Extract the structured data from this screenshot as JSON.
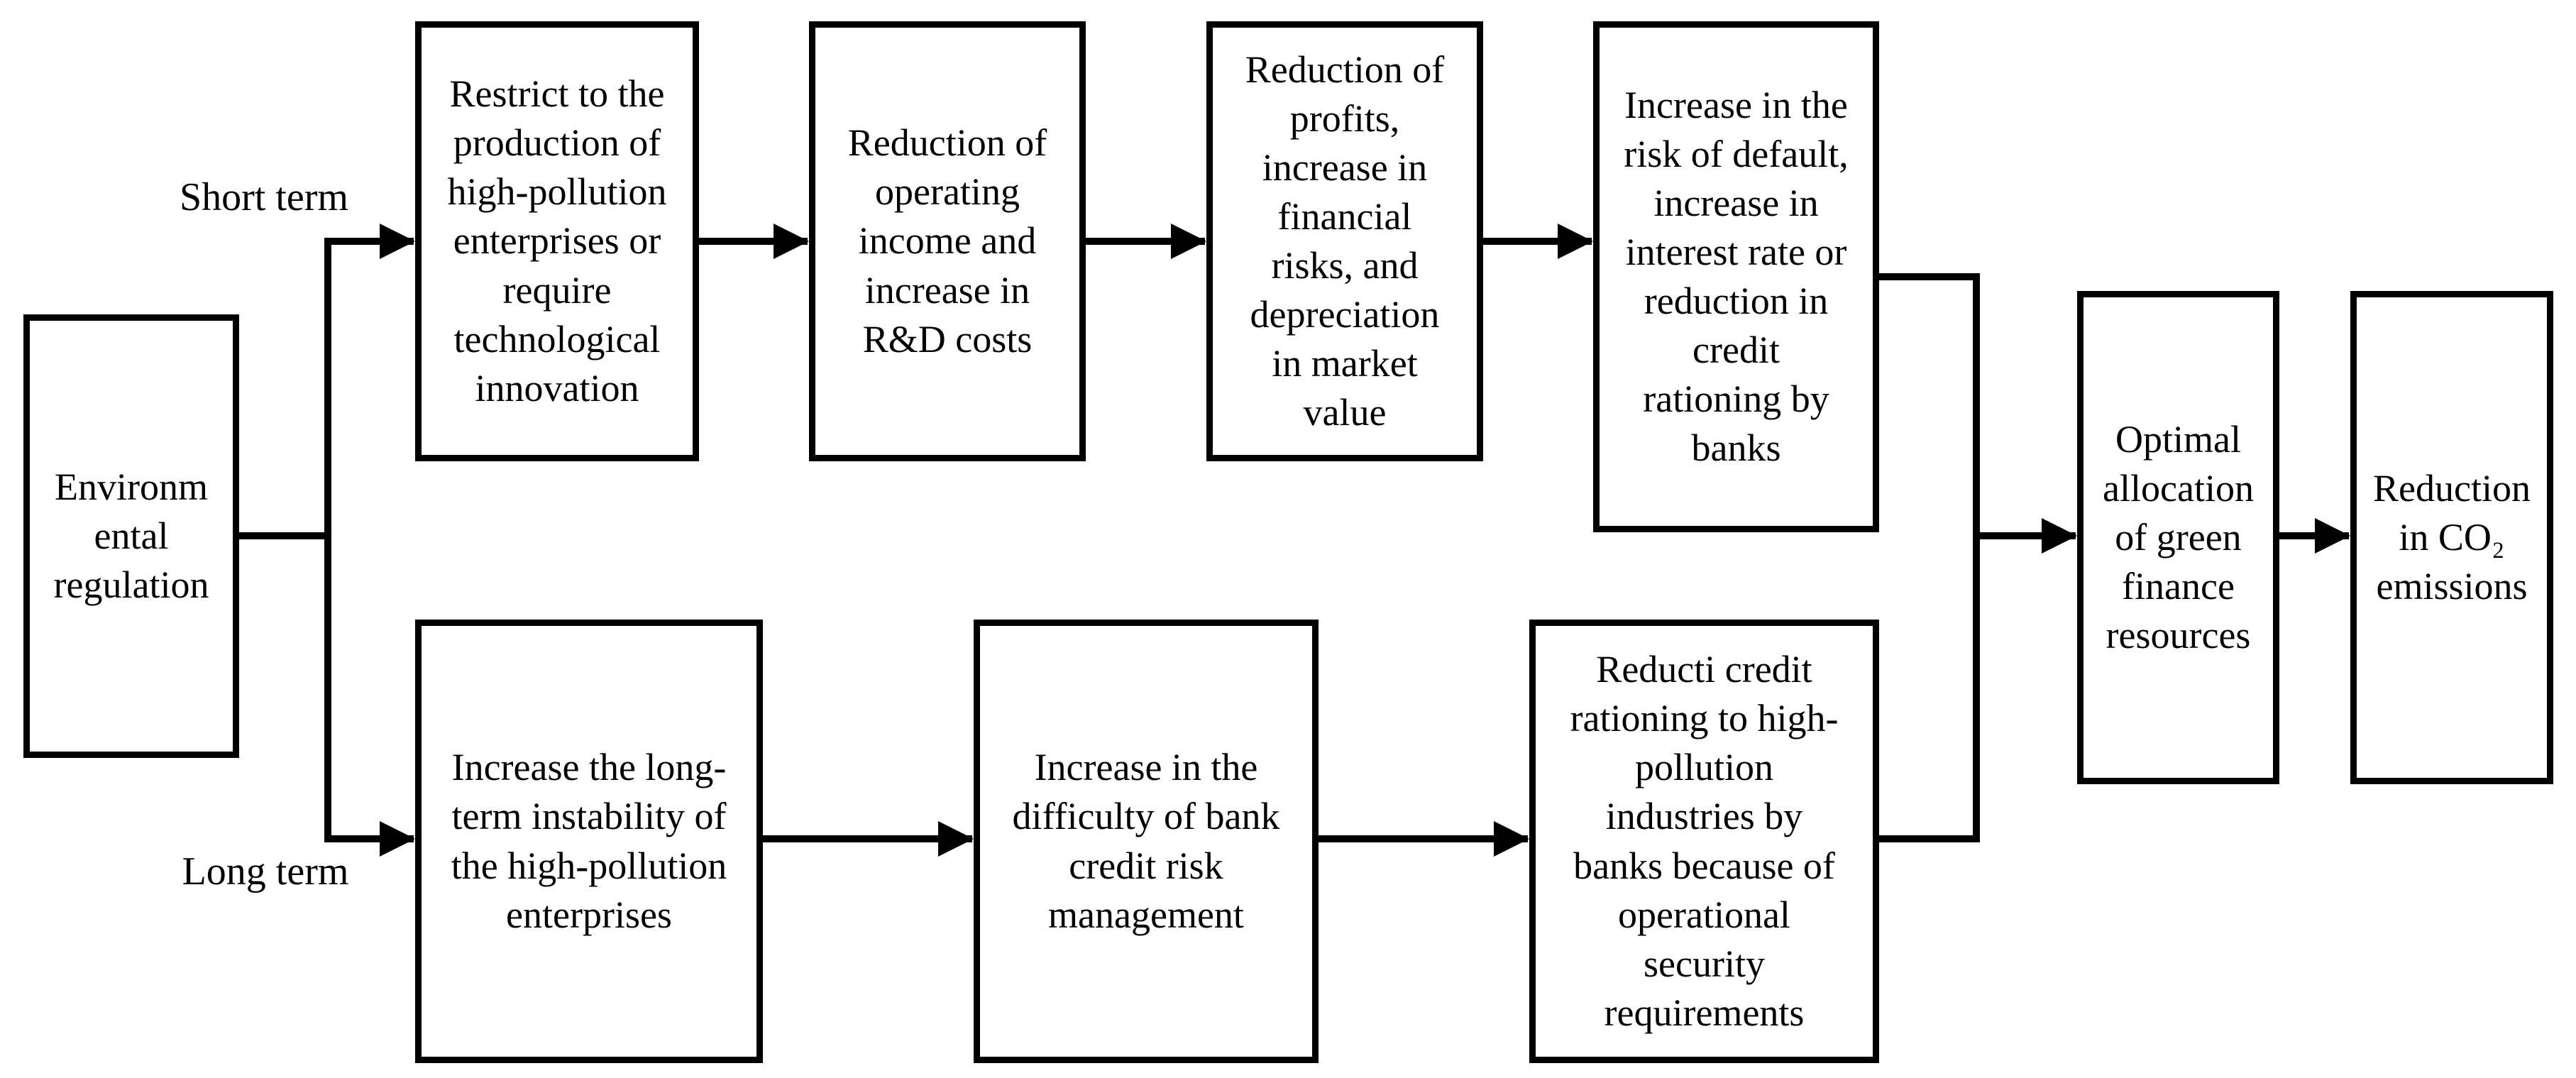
{
  "figure": {
    "background": "#ffffff",
    "line_color": "#000000",
    "text_color": "#000000",
    "branch_labels": {
      "short_term": "Short term",
      "long_term": "Long term"
    },
    "nodes": {
      "environmental_regulation": {
        "lines": [
          "Environm",
          "ental",
          "regulation"
        ]
      },
      "restrict_production": {
        "lines": [
          "Restrict to the",
          "production of",
          "high-pollution",
          "enterprises or",
          "require",
          "technological",
          "innovation"
        ]
      },
      "reduction_operating_income": {
        "lines": [
          "Reduction of",
          "operating",
          "income and",
          "increase in",
          "R&D costs"
        ]
      },
      "reduction_profits": {
        "lines": [
          "Reduction of",
          "profits,",
          "increase in",
          "financial",
          "risks, and",
          "depreciation",
          "in market",
          "value"
        ]
      },
      "default_risk": {
        "lines": [
          "Increase in the",
          "risk of default,",
          "increase in",
          "interest rate or",
          "reduction in",
          "credit",
          "rationing by",
          "banks"
        ]
      },
      "longterm_instability": {
        "lines": [
          "Increase the long-",
          "term instability of",
          "the high-pollution",
          "enterprises"
        ]
      },
      "bank_credit_risk": {
        "lines": [
          "Increase in the",
          "difficulty of bank",
          "credit risk",
          "management"
        ]
      },
      "credit_rationing": {
        "lines": [
          "Reducti credit",
          "rationing to high-",
          "pollution",
          "industries by",
          "banks because of",
          "operational",
          "security",
          "requirements"
        ]
      },
      "optimal_allocation": {
        "lines": [
          "Optimal",
          "allocation",
          "of green",
          "finance",
          "resources"
        ]
      },
      "co2_reduction": {
        "lines": [
          "Reduction",
          "in CO₂",
          "emissions"
        ]
      }
    }
  }
}
